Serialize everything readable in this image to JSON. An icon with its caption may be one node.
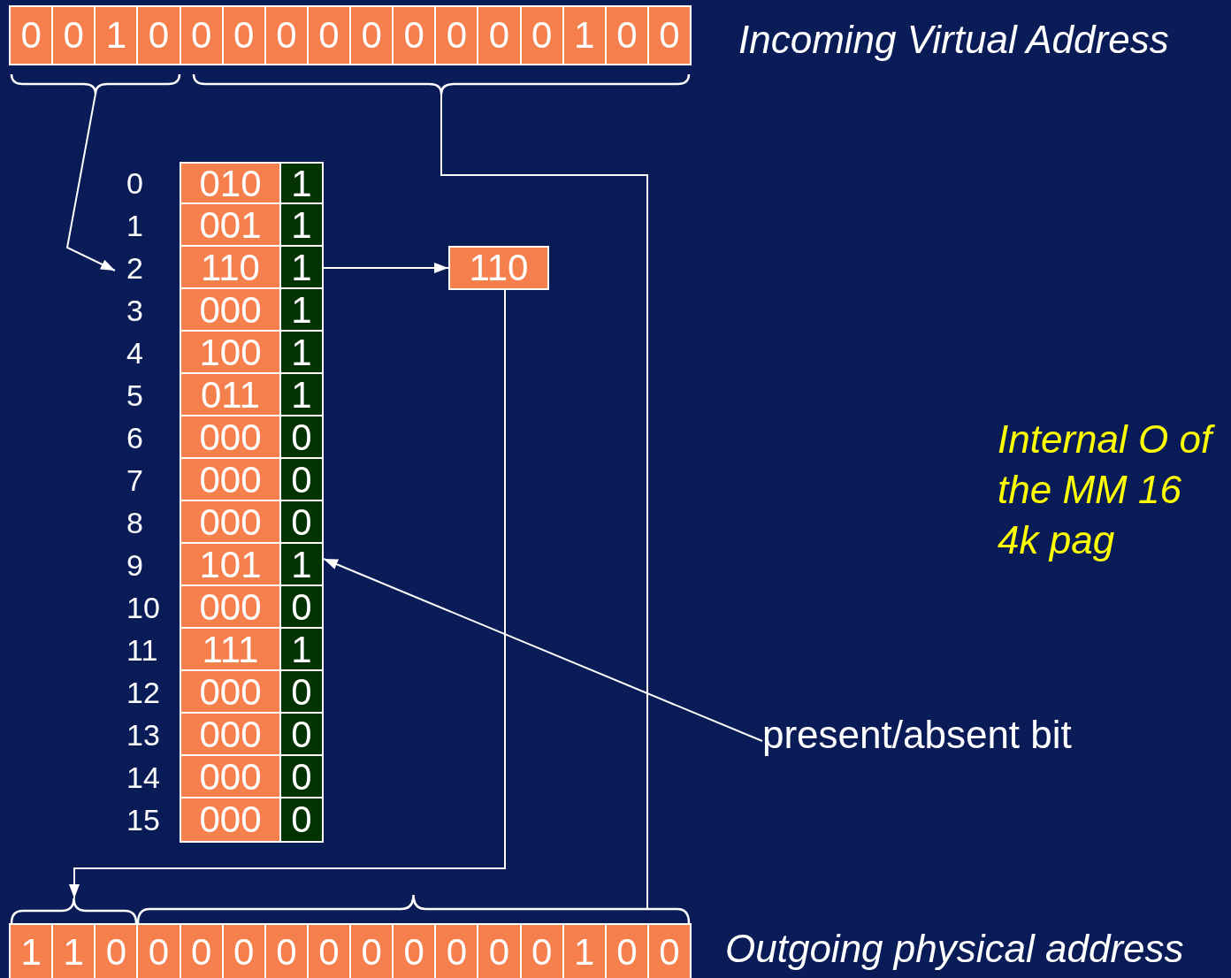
{
  "diagram": {
    "nodes": [
      {
        "text": [
          "0",
          "0",
          "1",
          "0",
          "0",
          "0",
          "0",
          "0",
          "0",
          "0",
          "0",
          "0",
          "0",
          "1",
          "0",
          "0"
        ],
        "beside": [
          "Incoming Virtual Address"
        ]
      },
      {
        "text": [],
        "shape": "brace"
      },
      {
        "text": [],
        "shape": "brace"
      },
      {
        "text": [
          "0",
          "010",
          "1"
        ]
      },
      {
        "text": [
          "1",
          "001",
          "1"
        ]
      },
      {
        "text": [
          "2",
          "110",
          "1"
        ]
      },
      {
        "text": [
          "3",
          "000",
          "1"
        ]
      },
      {
        "text": [
          "4",
          "100",
          "1"
        ]
      },
      {
        "text": [
          "5",
          "011",
          "1"
        ]
      },
      {
        "text": [
          "6",
          "000",
          "0"
        ]
      },
      {
        "text": [
          "7",
          "000",
          "0"
        ]
      },
      {
        "text": [
          "8",
          "000",
          "0"
        ]
      },
      {
        "text": [
          "9",
          "101",
          "1"
        ]
      },
      {
        "text": [
          "10",
          "000",
          "0"
        ]
      },
      {
        "text": [
          "11",
          "111",
          "1"
        ]
      },
      {
        "text": [
          "12",
          "000",
          "0"
        ]
      },
      {
        "text": [
          "13",
          "000",
          "0"
        ]
      },
      {
        "text": [
          "14",
          "000",
          "0"
        ]
      },
      {
        "text": [
          "15",
          "000",
          "0"
        ]
      },
      {
        "text": [
          "110"
        ]
      },
      {
        "text": [],
        "shape": "brace"
      },
      {
        "text": [],
        "shape": "brace"
      },
      {
        "text": [
          "1",
          "1",
          "0",
          "0",
          "0",
          "0",
          "0",
          "0",
          "0",
          "0",
          "0",
          "0",
          "0",
          "1",
          "0",
          "0"
        ],
        "beside": [
          "Outgoing physical address"
        ]
      },
      {
        "text": [
          "present/absent bit"
        ]
      }
    ],
    "edges": [
      {
        "from": 1,
        "to": 5,
        "arrow": "to"
      },
      {
        "from": 5,
        "to": 19,
        "arrow": "to"
      },
      {
        "from": 19,
        "to": 20,
        "arrow": "to"
      },
      {
        "from": 2,
        "to": 21,
        "arrow": "none"
      },
      {
        "from": 23,
        "to": 12,
        "arrow": "to"
      }
    ],
    "labels": [
      "Internal O of the MM 16 4k pag"
    ]
  }
}
